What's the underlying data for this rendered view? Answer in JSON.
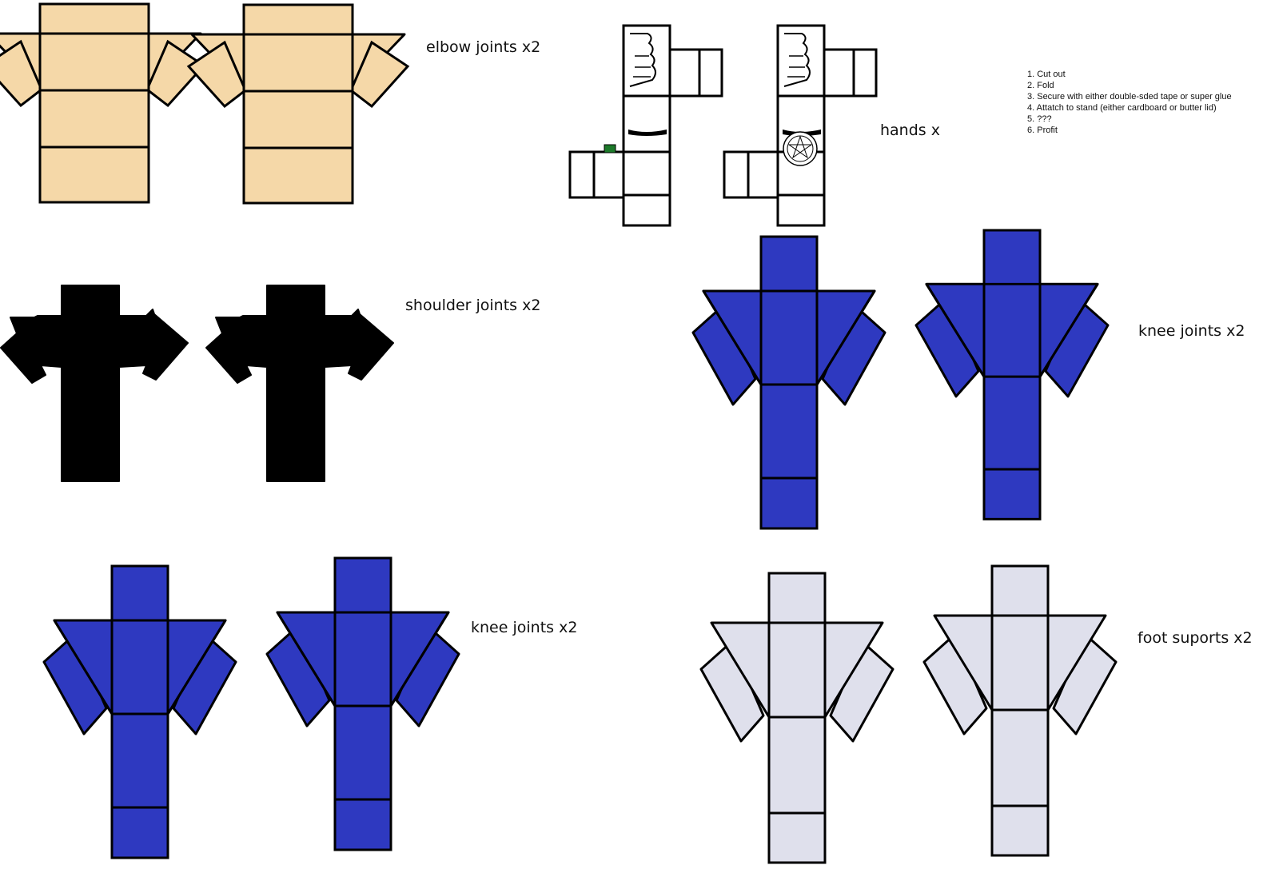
{
  "labels": {
    "elbow": "elbow joints x2",
    "hands": "hands x",
    "shoulder": "shoulder joints x2",
    "knee_right": "knee joints x2",
    "knee_left": "knee joints x2",
    "foot": "foot suports x2"
  },
  "instructions": [
    "1. Cut out",
    "2. Fold",
    "3. Secure with either double-sded tape or super glue",
    "4. Attatch to stand (either cardboard or butter lid)",
    "5. ???",
    "6. Profit"
  ],
  "colors": {
    "elbow_fill": "#f5d8a8",
    "shoulder_fill": "#000000",
    "knee_fill": "#2e39c0",
    "foot_fill": "#dfe0ec",
    "hand_fill": "#ffffff",
    "outline": "#000000"
  }
}
